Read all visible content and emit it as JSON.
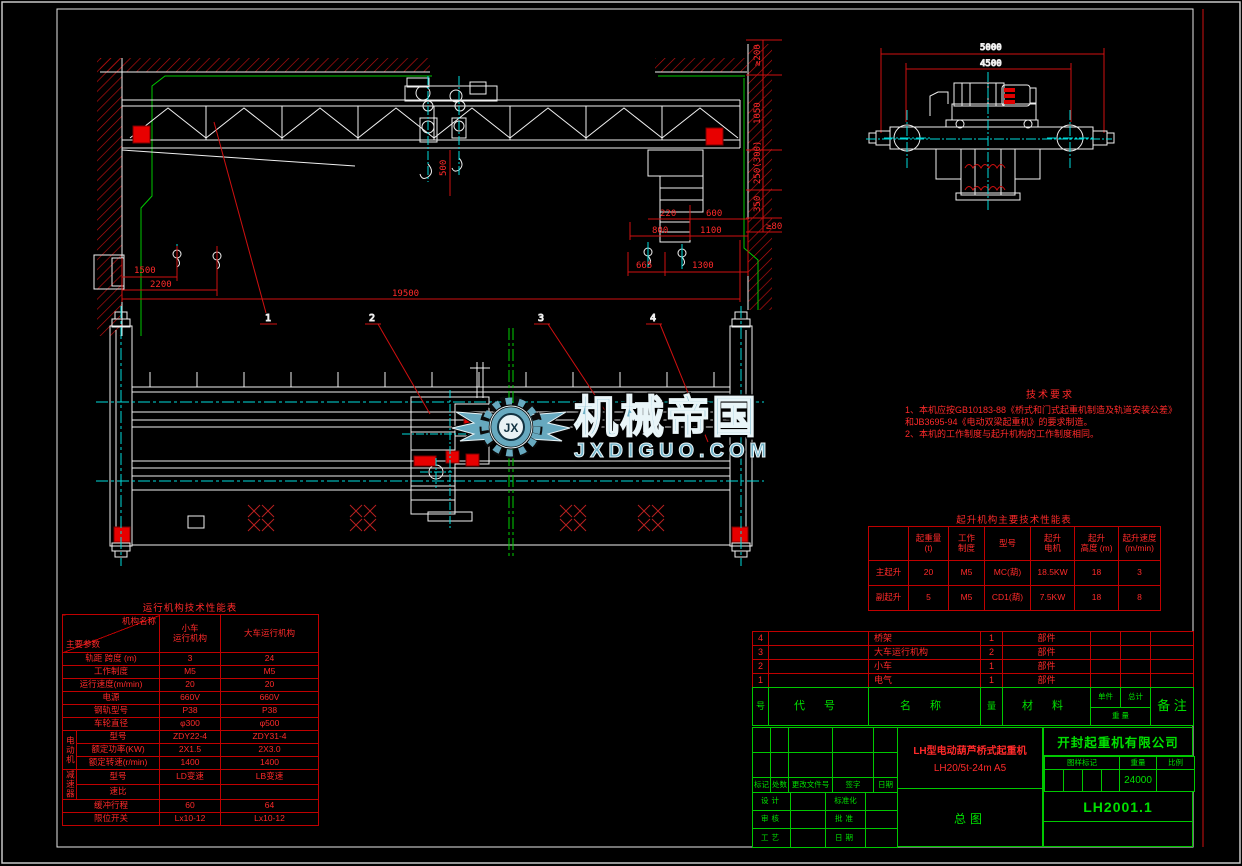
{
  "watermark": {
    "initials": "JX",
    "brand": "机械帝国",
    "domain": "JXDIGUO.COM"
  },
  "balloons": [
    "1",
    "2",
    "3",
    "4"
  ],
  "dims": {
    "elev": {
      "d1500": "1500",
      "d2200": "2200",
      "d19500": "19500",
      "d500": "500",
      "d220": "220",
      "d600": "600",
      "d800": "800",
      "d1100": "1100",
      "d665": "665",
      "d1300": "1300",
      "dge200": "≥200",
      "d1050": "1050",
      "d250": "250(300)",
      "d350": "350",
      "dge80": "≥80"
    },
    "end": {
      "d5000": "5000",
      "d4500": "4500"
    }
  },
  "tech_notes": {
    "title": "技术要求",
    "line1": "1、本机应按GB10183-88《桥式和门式起重机制造及轨道安装公差》",
    "line2": "    和JB3695-94《电动双梁起重机》的要求制造。",
    "line3": "2、本机的工作制度与起升机构的工作制度相同。"
  },
  "hoist_table": {
    "title": "起升机构主要技术性能表",
    "headers": [
      "起重量\n(t)",
      "工作\n制度",
      "型号",
      "起升\n电机",
      "起升\n高度 (m)",
      "起升速度\n(m/min)"
    ],
    "rows": [
      {
        "label": "主起升",
        "capacity": "20",
        "duty": "M5",
        "model": "MC(葫)",
        "motor": "18.5KW",
        "height": "18",
        "speed": "3"
      },
      {
        "label": "副起升",
        "capacity": "5",
        "duty": "M5",
        "model": "CD1(葫)",
        "motor": "7.5KW",
        "height": "18",
        "speed": "8"
      }
    ]
  },
  "travel_table": {
    "title": "运行机构技术性能表",
    "corner_top": "机构名称",
    "corner_bottom": "主要参数",
    "col_small": "小车\n运行机构",
    "col_big": "大车运行机构",
    "group_motor": "电动机",
    "group_reducer": "减速器",
    "rows": [
      {
        "label": "轨距 跨度 (m)",
        "small": "3",
        "big": "24"
      },
      {
        "label": "工作制度",
        "small": "M5",
        "big": "M5"
      },
      {
        "label": "运行速度(m/min)",
        "small": "20",
        "big": "20"
      },
      {
        "label": "电源",
        "small": "660V",
        "big": "660V"
      },
      {
        "label": "钢轨型号",
        "small": "P38",
        "big": "P38"
      },
      {
        "label": "车轮直径",
        "small": "φ300",
        "big": "φ500"
      },
      {
        "label": "型号",
        "small": "ZDY22-4",
        "big": "ZDY31-4"
      },
      {
        "label": "额定功率(KW)",
        "small": "2X1.5",
        "big": "2X3.0"
      },
      {
        "label": "额定转速(r/min)",
        "small": "1400",
        "big": "1400"
      },
      {
        "label": "型号",
        "small": "LD变速",
        "big": "LB变速"
      },
      {
        "label": "速比",
        "small": "",
        "big": ""
      },
      {
        "label": "缓冲行程",
        "small": "60",
        "big": "64"
      },
      {
        "label": "限位开关",
        "small": "Lx10-12",
        "big": "Lx10-12"
      }
    ]
  },
  "bom": {
    "headers": {
      "seq": "号",
      "code": "代  号",
      "name": "名  称",
      "qty": "量",
      "material": "材  料",
      "unit": "单件",
      "total": "总计",
      "weight": "重  量",
      "note": "备 注"
    },
    "items": [
      {
        "seq": "4",
        "code": "",
        "name": "桥架",
        "qty": "1",
        "material": "部件"
      },
      {
        "seq": "3",
        "code": "",
        "name": "大车运行机构",
        "qty": "2",
        "material": "部件"
      },
      {
        "seq": "2",
        "code": "",
        "name": "小车",
        "qty": "1",
        "material": "部件"
      },
      {
        "seq": "1",
        "code": "",
        "name": "电气",
        "qty": "1",
        "material": "部件"
      }
    ]
  },
  "title_block": {
    "company": "开封起重机有限公司",
    "product_line1": "LH型电动葫芦桥式起重机",
    "product_line2": "LH20/5t-24m  A5",
    "sheet_name": "总图",
    "drawing_no": "LH2001.1",
    "stamp_header": "图样标记",
    "weight_header": "重量",
    "scale_header": "比例",
    "weight_value": "24000",
    "rev_headers": [
      "标记",
      "处数",
      "更改文件号",
      "签字",
      "日期"
    ],
    "sig_rows": [
      [
        "设计",
        "标准化"
      ],
      [
        "审核",
        "批准"
      ],
      [
        "工艺",
        "日期"
      ]
    ]
  }
}
